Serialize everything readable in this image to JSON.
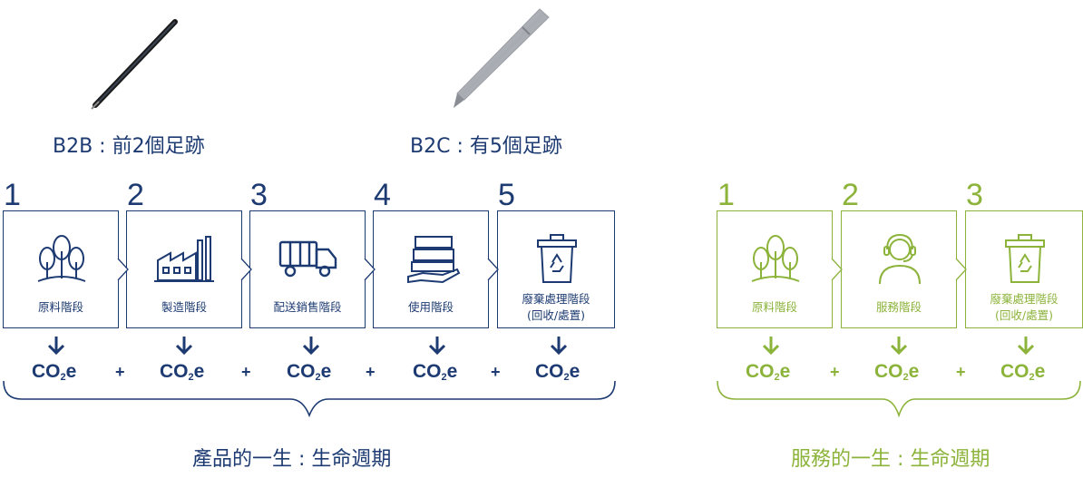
{
  "colors": {
    "product": "#1d3b72",
    "service": "#8cb33a"
  },
  "product": {
    "b2b_label": "B2B : 前2個足跡",
    "b2c_label": "B2C : 有5個足跡",
    "stages": [
      {
        "num": "1",
        "label": "原料階段",
        "label2": "",
        "icon": "trees-icon"
      },
      {
        "num": "2",
        "label": "製造階段",
        "label2": "",
        "icon": "factory-icon"
      },
      {
        "num": "3",
        "label": "配送銷售階段",
        "label2": "",
        "icon": "truck-icon"
      },
      {
        "num": "4",
        "label": "使用階段",
        "label2": "",
        "icon": "boxes-on-hand-icon"
      },
      {
        "num": "5",
        "label": "廢棄處理階段",
        "label2": "(回收/處置)",
        "icon": "recycle-bin-icon"
      }
    ],
    "co2": "CO",
    "co2_sub": "2",
    "co2_suffix": "e",
    "plus": "+",
    "footer": "產品的一生 : 生命週期"
  },
  "service": {
    "stages": [
      {
        "num": "1",
        "label": "原料階段",
        "label2": "",
        "icon": "trees-icon"
      },
      {
        "num": "2",
        "label": "服務階段",
        "label2": "",
        "icon": "headset-person-icon"
      },
      {
        "num": "3",
        "label": "廢棄處理階段",
        "label2": "(回收/處置)",
        "icon": "recycle-bin-icon"
      }
    ],
    "co2": "CO",
    "co2_sub": "2",
    "co2_suffix": "e",
    "plus": "+",
    "footer": "服務的一生 : 生命週期"
  }
}
